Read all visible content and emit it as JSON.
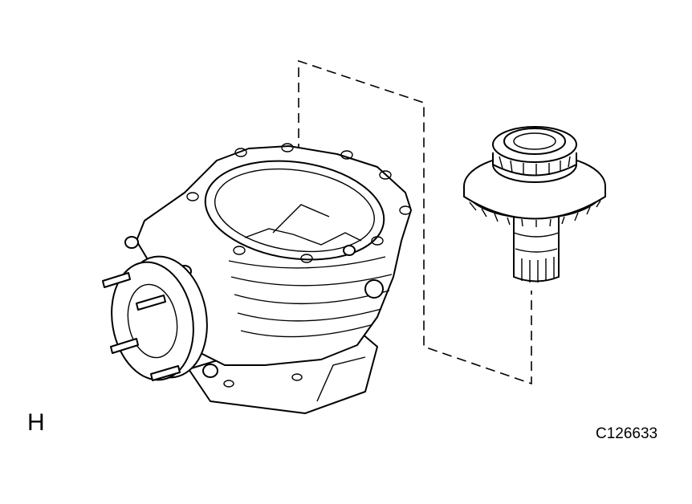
{
  "figure": {
    "view_label": "H",
    "figure_code": "C126633"
  },
  "parts": {
    "housing": "differential-housing",
    "gear": "drive-pinion-ring-gear"
  }
}
